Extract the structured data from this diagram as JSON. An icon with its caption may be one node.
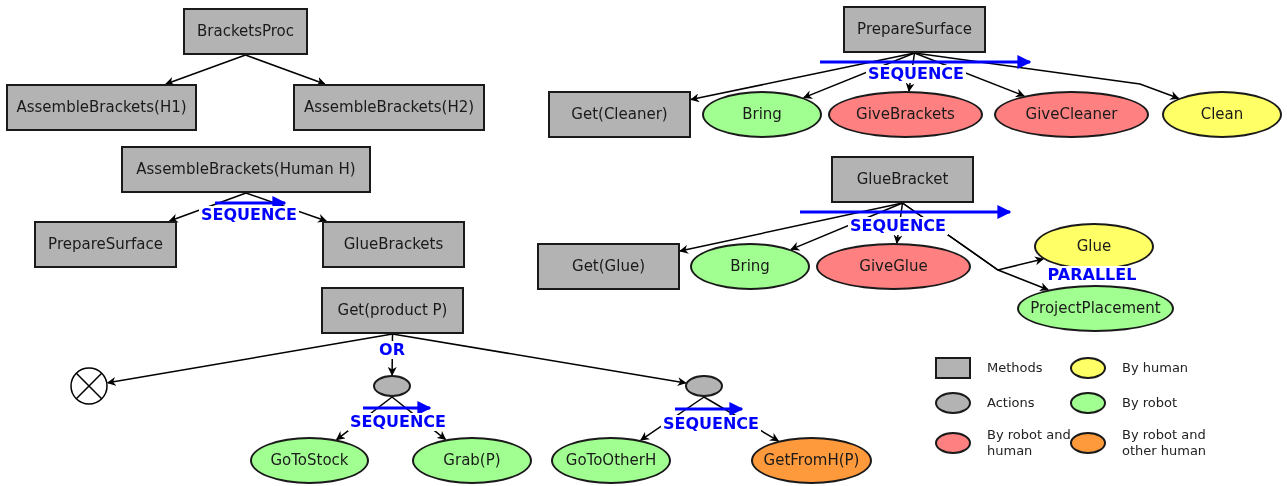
{
  "diagram": {
    "nodes": [
      {
        "text": [
          "BracketsProc"
        ]
      },
      {
        "text": [
          "AssembleBrackets(H1)"
        ]
      },
      {
        "text": [
          "AssembleBrackets(H2)"
        ]
      },
      {
        "text": [
          "AssembleBrackets(Human H)"
        ]
      },
      {
        "text": [
          "PrepareSurface"
        ]
      },
      {
        "text": [
          "GlueBrackets"
        ]
      },
      {
        "text": [
          "Get(product P)"
        ]
      },
      {
        "text": [],
        "shape": "circle"
      },
      {
        "text": [],
        "shape": "ellipse"
      },
      {
        "text": [],
        "shape": "ellipse"
      },
      {
        "text": [
          "GoToStock"
        ]
      },
      {
        "text": [
          "Grab(P)"
        ]
      },
      {
        "text": [
          "GoToOtherH"
        ]
      },
      {
        "text": [
          "GetFromH(P)"
        ]
      },
      {
        "text": [
          "PrepareSurface"
        ]
      },
      {
        "text": [
          "Get(Cleaner)"
        ]
      },
      {
        "text": [
          "Bring"
        ]
      },
      {
        "text": [
          "GiveBrackets"
        ]
      },
      {
        "text": [
          "GiveCleaner"
        ]
      },
      {
        "text": [
          "Clean"
        ]
      },
      {
        "text": [
          "GlueBracket"
        ]
      },
      {
        "text": [
          "Get(Glue)"
        ]
      },
      {
        "text": [
          "Bring"
        ]
      },
      {
        "text": [
          "GiveGlue"
        ]
      },
      {
        "text": [
          "Glue"
        ]
      },
      {
        "text": [
          "ProjectPlacement"
        ]
      }
    ],
    "edges": [
      {
        "from": 0,
        "to": 1,
        "arrow": "to"
      },
      {
        "from": 0,
        "to": 2,
        "arrow": "to"
      },
      {
        "from": 3,
        "to": 4,
        "arrow": "to"
      },
      {
        "from": 3,
        "to": 5,
        "arrow": "to"
      },
      {
        "from": 6,
        "to": 7,
        "arrow": "to"
      },
      {
        "from": 6,
        "to": 8,
        "arrow": "to"
      },
      {
        "from": 6,
        "to": 9,
        "arrow": "to"
      },
      {
        "from": 8,
        "to": 10,
        "arrow": "to"
      },
      {
        "from": 8,
        "to": 11,
        "arrow": "to"
      },
      {
        "from": 9,
        "to": 12,
        "arrow": "to"
      },
      {
        "from": 9,
        "to": 13,
        "arrow": "to"
      },
      {
        "from": 14,
        "to": 15,
        "arrow": "to"
      },
      {
        "from": 14,
        "to": 16,
        "arrow": "to"
      },
      {
        "from": 14,
        "to": 17,
        "arrow": "to"
      },
      {
        "from": 14,
        "to": 18,
        "arrow": "to"
      },
      {
        "from": 14,
        "to": 19,
        "arrow": "to"
      },
      {
        "from": 20,
        "to": 21,
        "arrow": "to"
      },
      {
        "from": 20,
        "to": 22,
        "arrow": "to"
      },
      {
        "from": 20,
        "to": 23,
        "arrow": "to"
      },
      {
        "from": 20,
        "to": 24,
        "arrow": "to"
      },
      {
        "from": 20,
        "to": 25,
        "arrow": "to"
      }
    ],
    "labels": [
      "SEQUENCE",
      "SEQUENCE",
      "SEQUENCE",
      "PARALLEL",
      "OR",
      "SEQUENCE",
      "SEQUENCE"
    ],
    "legend": [
      {
        "text": "Methods",
        "color": "#b3b3b3"
      },
      {
        "text": "By human",
        "color": "#ffff66"
      },
      {
        "text": "Actions",
        "color": "#b3b3b3"
      },
      {
        "text": "By robot",
        "color": "#a0ff90"
      },
      {
        "text": "By robot and human",
        "color": "#ff8080"
      },
      {
        "text": "By robot and other human",
        "color": "#ff9a3c"
      }
    ]
  }
}
